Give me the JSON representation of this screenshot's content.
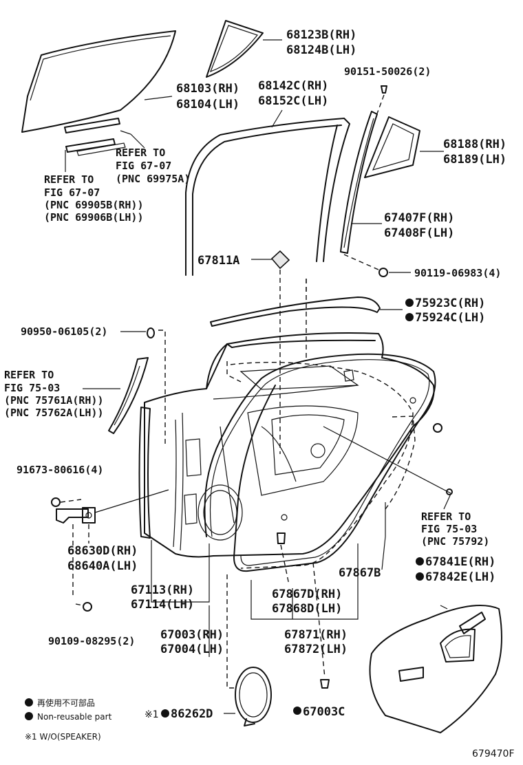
{
  "labels": {
    "l68123": "68123B(RH)",
    "l68124": "68124B(LH)",
    "l90151": "90151-50026(2)",
    "l68103": "68103(RH)",
    "l68104": "68104(LH)",
    "l68142": "68142C(RH)",
    "l68152": "68152C(LH)",
    "l68188": "68188(RH)",
    "l68189": "68189(LH)",
    "refA1": "REFER TO",
    "refA2": "FIG 67-07",
    "refA3": "(PNC 69975A)",
    "refB1": "REFER TO",
    "refB2": "FIG 67-07",
    "refB3": "(PNC 69905B(RH))",
    "refB4": "(PNC 69906B(LH))",
    "l67407": "67407F(RH)",
    "l67408": "67408F(LH)",
    "l67811": "67811A",
    "l90119": "90119-06983(4)",
    "l75923": "75923C(RH)",
    "l75924": "75924C(LH)",
    "l90950": "90950-06105(2)",
    "refC1": "REFER TO",
    "refC2": "FIG 75-03",
    "refC3": "(PNC 75761A(RH))",
    "refC4": "(PNC 75762A(LH))",
    "l91673": "91673-80616(4)",
    "refD1": "REFER TO",
    "refD2": "FIG 75-03",
    "refD3": "(PNC 75792)",
    "l67841": "67841E(RH)",
    "l67842": "67842E(LH)",
    "l68630": "68630D(RH)",
    "l68640": "68640A(LH)",
    "l67867b": "67867B",
    "l67113": "67113(RH)",
    "l67114": "67114(LH)",
    "l67867d": "67867D(RH)",
    "l67868d": "67868D(LH)",
    "l67003": "67003(RH)",
    "l67004": "67004(LH)",
    "l67871": "67871(RH)",
    "l67872": "67872(LH)",
    "l90109": "90109-08295(2)",
    "l86262": "86262D",
    "l67003c": "67003C",
    "speakerMark": "※1",
    "noteSpeaker": "※1 W/O(SPEAKER)",
    "noteJp": "再使用不可部品",
    "noteEn": "Non-reusable part",
    "drawingCode": "679470F"
  }
}
